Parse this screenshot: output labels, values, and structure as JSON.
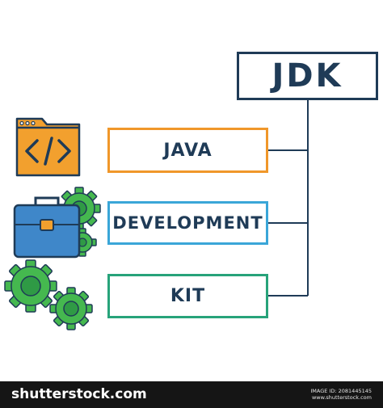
{
  "diagram": {
    "root": "JDK",
    "items": [
      "JAVA",
      "DEVELOPMENT",
      "KIT"
    ]
  },
  "colors": {
    "navy": "#1f3b57",
    "orange": "#f0972a",
    "blue": "#3aa6d8",
    "green": "#27a37a",
    "gear_green": "#45b84f",
    "folder_orange": "#f2a02e",
    "briefcase_blue": "#3f87c9"
  },
  "icons": [
    "code-window-icon",
    "briefcase-gear-icon",
    "gears-icon"
  ],
  "footer": {
    "logo": "shutterstock.com",
    "image_id": "IMAGE ID: 2081445145",
    "site": "www.shutterstock.com"
  }
}
